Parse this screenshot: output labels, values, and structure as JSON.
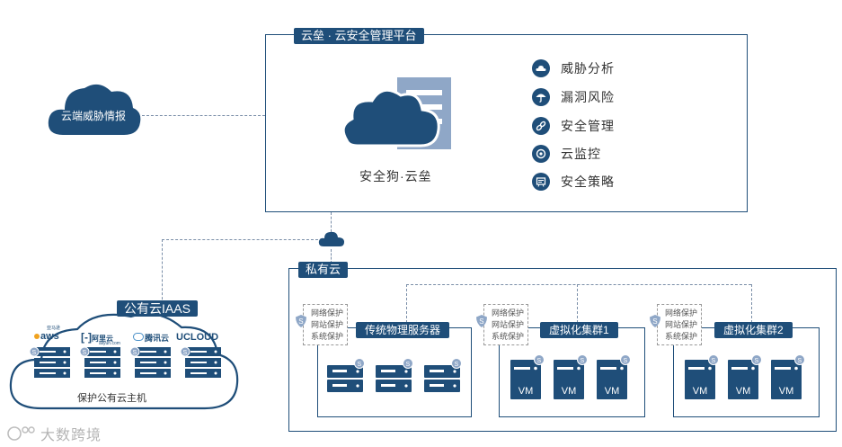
{
  "platform": {
    "title": "云垒 · 云安全管理平台",
    "product_label": "安全狗·云垒",
    "features": [
      {
        "label": "威胁分析",
        "icon": "cloud-icon"
      },
      {
        "label": "漏洞风险",
        "icon": "umbrella-icon"
      },
      {
        "label": "安全管理",
        "icon": "link-icon"
      },
      {
        "label": "云监控",
        "icon": "target-icon"
      },
      {
        "label": "安全策略",
        "icon": "policy-icon"
      }
    ]
  },
  "threat_intel": {
    "label": "云端威胁情报"
  },
  "public_cloud": {
    "title": "公有云IAAS",
    "logos": [
      "aws",
      "阿里云",
      "腾讯云",
      "UCLOUD"
    ],
    "aws_small": "亚马逊",
    "aliyun_small": "aliyun.com",
    "caption": "保护公有云主机"
  },
  "private_cloud": {
    "title": "私有云",
    "protect_lines": [
      "网络保护",
      "网站保护",
      "系统保护"
    ],
    "groups": [
      {
        "title": "传统物理服务器"
      },
      {
        "title": "虚拟化集群1"
      },
      {
        "title": "虚拟化集群2"
      }
    ],
    "vm_label": "VM"
  },
  "watermark": "大数跨境",
  "colors": {
    "navy": "#1f4e79",
    "light": "#8fa7c7"
  }
}
